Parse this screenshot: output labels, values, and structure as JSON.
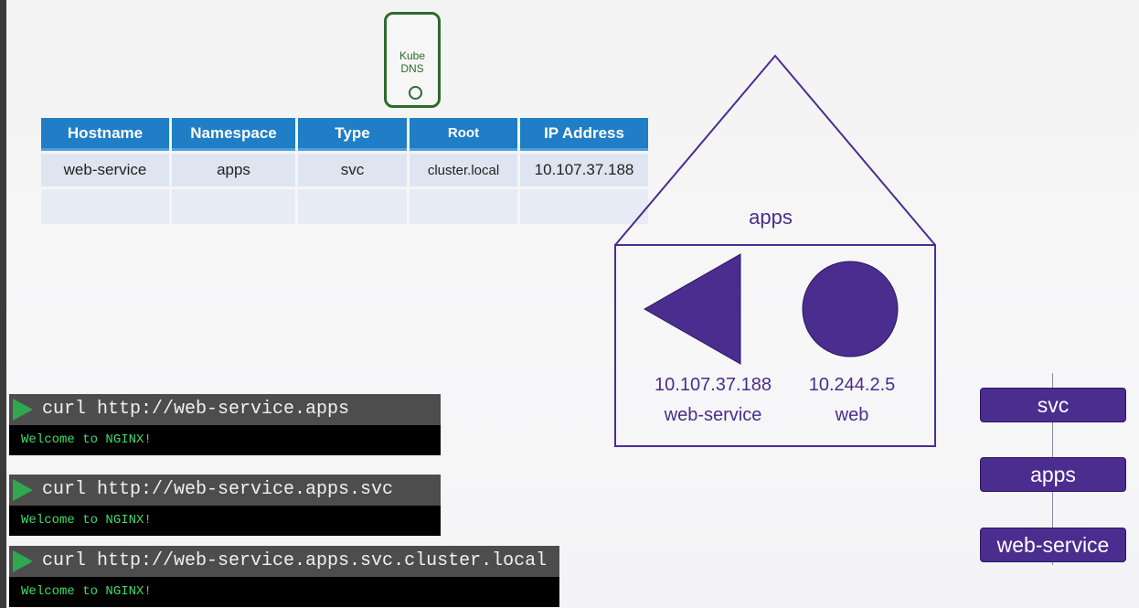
{
  "kube_dns": {
    "line1": "Kube",
    "line2": "DNS"
  },
  "table": {
    "headers": [
      "Hostname",
      "Namespace",
      "Type",
      "Root",
      "IP Address"
    ],
    "rows": [
      [
        "web-service",
        "apps",
        "svc",
        "cluster.local",
        "10.107.37.188"
      ],
      [
        "",
        "",
        "",
        "",
        ""
      ]
    ]
  },
  "namespace": {
    "label": "apps",
    "service": {
      "ip": "10.107.37.188",
      "name": "web-service"
    },
    "pod": {
      "ip": "10.244.2.5",
      "name": "web"
    }
  },
  "terminals": [
    {
      "command": "curl http://web-service.apps",
      "output": "Welcome to NGINX!"
    },
    {
      "command": "curl http://web-service.apps.svc",
      "output": "Welcome to NGINX!"
    },
    {
      "command": "curl http://web-service.apps.svc.cluster.local",
      "output": "Welcome to NGINX!"
    }
  ],
  "hierarchy": [
    "svc",
    "apps",
    "web-service"
  ],
  "colors": {
    "purple": "#4b2d8f",
    "table_header": "#1f7ec5",
    "table_cell": "#dfe5f0",
    "kube_dns": "#2e6b2e",
    "play": "#2fa84f",
    "terminal_text": "#3fdc6a"
  }
}
